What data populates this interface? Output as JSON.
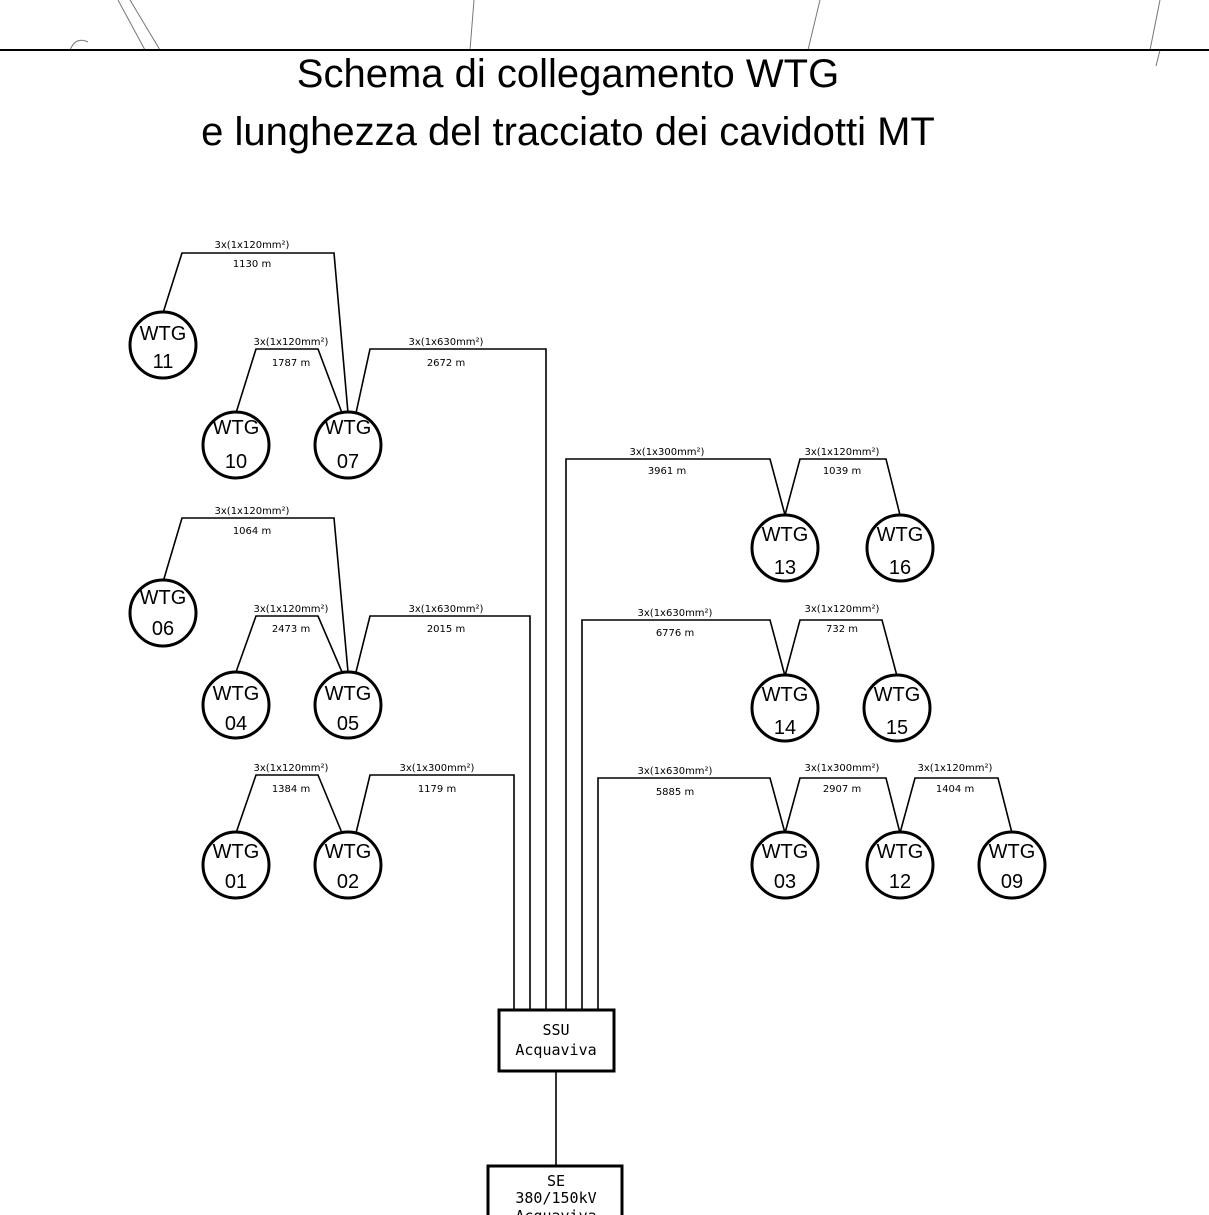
{
  "title": {
    "line1": "Schema di collegamento WTG",
    "line2": "e lunghezza del tracciato dei cavidotti MT"
  },
  "turbines": [
    {
      "id": "11",
      "label_top": "WTG",
      "label_bottom": "11"
    },
    {
      "id": "10",
      "label_top": "WTG",
      "label_bottom": "10"
    },
    {
      "id": "07",
      "label_top": "WTG",
      "label_bottom": "07"
    },
    {
      "id": "06",
      "label_top": "WTG",
      "label_bottom": "06"
    },
    {
      "id": "04",
      "label_top": "WTG",
      "label_bottom": "04"
    },
    {
      "id": "05",
      "label_top": "WTG",
      "label_bottom": "05"
    },
    {
      "id": "01",
      "label_top": "WTG",
      "label_bottom": "01"
    },
    {
      "id": "02",
      "label_top": "WTG",
      "label_bottom": "02"
    },
    {
      "id": "13",
      "label_top": "WTG",
      "label_bottom": "13"
    },
    {
      "id": "16",
      "label_top": "WTG",
      "label_bottom": "16"
    },
    {
      "id": "14",
      "label_top": "WTG",
      "label_bottom": "14"
    },
    {
      "id": "15",
      "label_top": "WTG",
      "label_bottom": "15"
    },
    {
      "id": "03",
      "label_top": "WTG",
      "label_bottom": "03"
    },
    {
      "id": "12",
      "label_top": "WTG",
      "label_bottom": "12"
    },
    {
      "id": "09",
      "label_top": "WTG",
      "label_bottom": "09"
    }
  ],
  "cables": [
    {
      "from": "11",
      "to": "07",
      "spec": "3x(1x120mm²)",
      "length": "1130 m"
    },
    {
      "from": "10",
      "to": "07",
      "spec": "3x(1x120mm²)",
      "length": "1787 m"
    },
    {
      "from": "07",
      "to": "SSU",
      "spec": "3x(1x630mm²)",
      "length": "2672 m"
    },
    {
      "from": "06",
      "to": "05",
      "spec": "3x(1x120mm²)",
      "length": "1064 m"
    },
    {
      "from": "04",
      "to": "05",
      "spec": "3x(1x120mm²)",
      "length": "2473 m"
    },
    {
      "from": "05",
      "to": "SSU",
      "spec": "3x(1x630mm²)",
      "length": "2015 m"
    },
    {
      "from": "01",
      "to": "02",
      "spec": "3x(1x120mm²)",
      "length": "1384 m"
    },
    {
      "from": "02",
      "to": "SSU",
      "spec": "3x(1x300mm²)",
      "length": "1179 m"
    },
    {
      "from": "13",
      "to": "SSU",
      "spec": "3x(1x300mm²)",
      "length": "3961 m"
    },
    {
      "from": "16",
      "to": "13",
      "spec": "3x(1x120mm²)",
      "length": "1039 m"
    },
    {
      "from": "14",
      "to": "SSU",
      "spec": "3x(1x630mm²)",
      "length": "6776 m"
    },
    {
      "from": "15",
      "to": "14",
      "spec": "3x(1x120mm²)",
      "length": "732 m"
    },
    {
      "from": "03",
      "to": "SSU",
      "spec": "3x(1x630mm²)",
      "length": "5885 m"
    },
    {
      "from": "12",
      "to": "03",
      "spec": "3x(1x300mm²)",
      "length": "2907 m"
    },
    {
      "from": "09",
      "to": "12",
      "spec": "3x(1x120mm²)",
      "length": "1404 m"
    }
  ],
  "substation": {
    "line1": "SSU",
    "line2": "Acquaviva"
  },
  "grid_station": {
    "line1": "SE",
    "line2": "380/150kV",
    "line3": "Acquaviva"
  }
}
